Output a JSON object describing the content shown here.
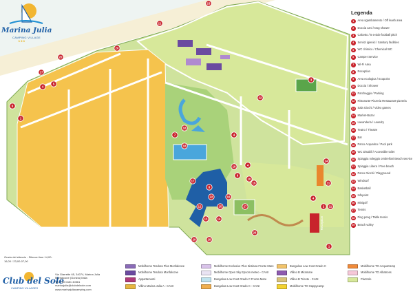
{
  "brand": {
    "name": "Marina Julia",
    "subtitle": "CAMPING VILLAGE",
    "stars": "★★★"
  },
  "legend": {
    "title": "Legenda",
    "items": [
      {
        "n": "1",
        "text": "Area sgambamento / Off leash area"
      },
      {
        "n": "2",
        "text": "Doccia cani / Dog shower"
      },
      {
        "n": "3",
        "text": "Calcetto / 5-a-side football pitch"
      },
      {
        "n": "4",
        "text": "Servizi igienici / Sanitary facilities"
      },
      {
        "n": "5",
        "text": "WC chimico / Chemical WC"
      },
      {
        "n": "6",
        "text": "Camper Service"
      },
      {
        "n": "7",
        "text": "Wi-Fi Area"
      },
      {
        "n": "8",
        "text": "Reception"
      },
      {
        "n": "9",
        "text": "Area ecologica / Ecopoint"
      },
      {
        "n": "10",
        "text": "Doccia / Shower"
      },
      {
        "n": "11",
        "text": "Parcheggio / Parking"
      },
      {
        "n": "12",
        "text": "Ristorante-Pizzeria Restaurant-pizzeria"
      },
      {
        "n": "13",
        "text": "Sala Giochi / Video games"
      },
      {
        "n": "14",
        "text": "Market-Bazar"
      },
      {
        "n": "15",
        "text": "Lavanderia / Laundry"
      },
      {
        "n": "16",
        "text": "Teatro / Theatre"
      },
      {
        "n": "17",
        "text": "Bar"
      },
      {
        "n": "18",
        "text": "Parco Acquatico / Pool park"
      },
      {
        "n": "19",
        "text": "WC Disabili / Accessible toilet"
      },
      {
        "n": "20",
        "text": "Spiaggia noleggio ombrelloni Beach service"
      },
      {
        "n": "21",
        "text": "Spiaggia Libera / Free beach"
      },
      {
        "n": "22",
        "text": "Parco Giochi / Playground"
      },
      {
        "n": "23",
        "text": "Windsurf"
      },
      {
        "n": "24",
        "text": "Basketball"
      },
      {
        "n": "25",
        "text": "Infopoint"
      },
      {
        "n": "26",
        "text": "Minigolf"
      },
      {
        "n": "27",
        "text": "Tennis"
      },
      {
        "n": "28",
        "text": "Ping pong / Table tennis"
      },
      {
        "n": "29",
        "text": "Beach volley"
      }
    ]
  },
  "map": {
    "reception_label": "Reception",
    "colors": {
      "sand": "#f7edc8",
      "grass": "#cfe39d",
      "grass_dark": "#8fc15c",
      "park": "#a9d27a",
      "pitch_yellow": "#f5c34d",
      "pitch_green": "#d7e89a",
      "pool": "#4aa6dc",
      "water": "#e9f3f7",
      "reception": "#1f5fa6",
      "road": "#ffffff",
      "marker": "#c8242c",
      "purple": "#6b4aa0",
      "lilac": "#b08ad0",
      "orange": "#e9872d"
    },
    "numbers": [
      "1",
      "2",
      "3",
      "4",
      "5",
      "6",
      "7",
      "8",
      "9",
      "10",
      "11",
      "12",
      "13",
      "14",
      "15",
      "16",
      "17",
      "18",
      "19",
      "20",
      "21",
      "22",
      "23",
      "24",
      "25",
      "26",
      "27",
      "28",
      "29"
    ]
  },
  "footer": {
    "silence": "Orario del silenzio - Silence time 14,00-16,00 / 23,00-07,00",
    "company_name": "Club del Sole",
    "company_sub": "CAMPING VILLAGES",
    "contact": [
      "Via Giarrette 65, 34074, Marina Julia",
      "Monfalcone (Gorizia) Italia",
      "Tel. +39 0481 40561",
      "marinajulia@clubdelsole.com",
      "www.marinajuliacamping.com"
    ],
    "accommodations": [
      [
        {
          "label": "Mobilhome Tesdora Plus Monfalcone",
          "color": "#8a6bb8"
        },
        {
          "label": "Mobilhome Tesdora Monfalcone",
          "color": "#6b4aa0"
        },
        {
          "label": "Appartamenti",
          "color": "#b03a7a"
        },
        {
          "label": "Villino Marina Julia A - CANI",
          "color": "#e7b640"
        }
      ],
      [
        {
          "label": "Mobilhome Exclusive Plus Sistiana Fronte Mare",
          "color": "#d9c3ea"
        },
        {
          "label": "Mobilhome Open Sky Epsom meteo - CANI",
          "color": "#e9e3f3"
        },
        {
          "label": "Bungalow Low Cost Grado C Fronte Mare",
          "color": "#bfe3ef"
        },
        {
          "label": "Bungalow Low Cost Grado C - CANI",
          "color": "#f0ae4e"
        }
      ],
      [
        {
          "label": "Bungalow Low Cost Grado C",
          "color": "#f2c46b"
        },
        {
          "label": "Villino B Miramare",
          "color": "#8e5bb0"
        },
        {
          "label": "Villino B Trieste - CANI",
          "color": "#d8c27a"
        },
        {
          "label": "Mobilhome TO Happycamp",
          "color": "#f3d230"
        }
      ],
      [
        {
          "label": "Mobilhome TO AcquaCamp",
          "color": "#f08a3a"
        },
        {
          "label": "Mobilhome TO Albatross",
          "color": "#f6c8d8"
        },
        {
          "label": "Piazzole",
          "color": "#d7e89a"
        }
      ]
    ]
  }
}
